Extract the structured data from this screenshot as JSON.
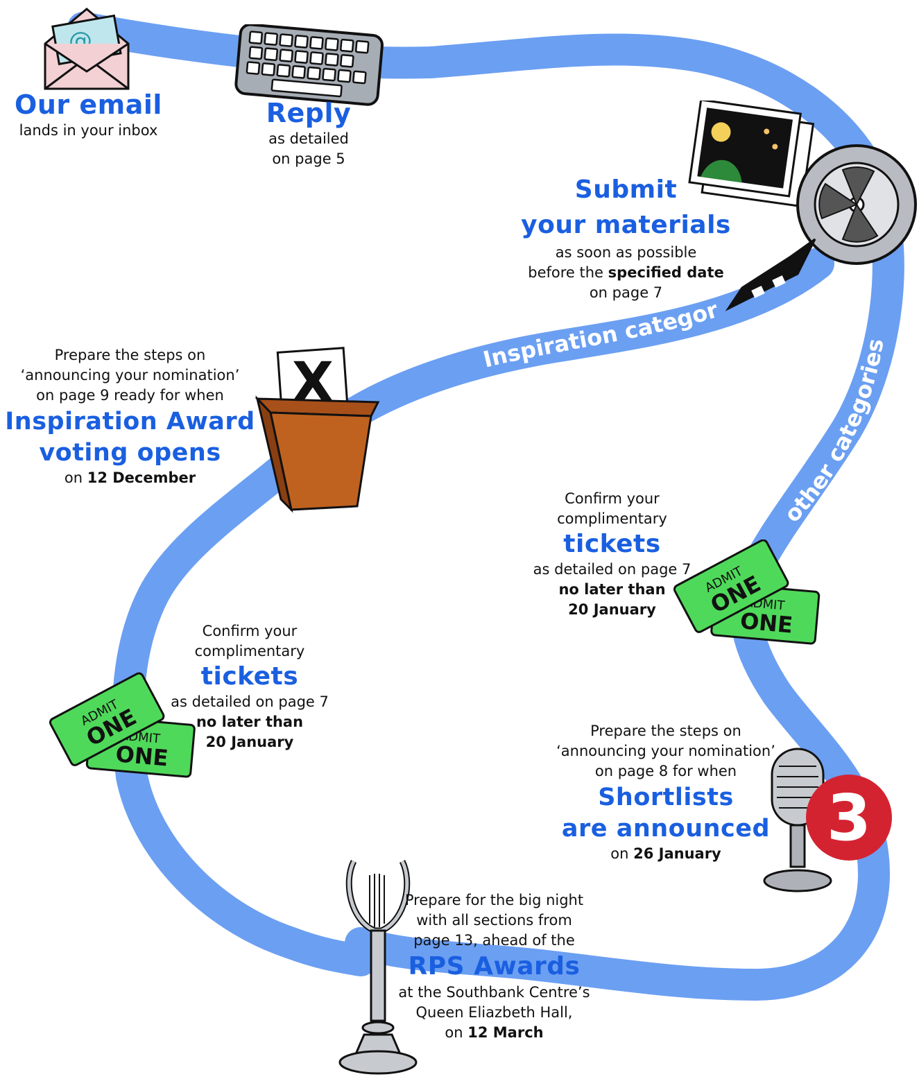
{
  "colors": {
    "road": "#6b9ff2",
    "heading": "#1a5fe0",
    "ticket": "#4fd95a",
    "badge": "#d42330"
  },
  "path_labels": {
    "inspiration": "Inspiration category",
    "other": "other categories"
  },
  "steps": {
    "email": {
      "title": "Our email",
      "line1": "lands in your inbox"
    },
    "reply": {
      "title": "Reply",
      "line1": "as detailed",
      "line2": "on page 5"
    },
    "submit": {
      "title1": "Submit",
      "title2": "your materials",
      "line1": "as soon as possible",
      "line2_pre": "before the",
      "line2_bold": "specified date",
      "line3": "on page 7"
    },
    "inspiration_voting": {
      "pre1": "Prepare the steps on",
      "pre2": "‘announcing your nomination’",
      "pre3": "on page 9 ready for when",
      "title1": "Inspiration Award",
      "title2": "voting opens",
      "date_pre": "on",
      "date_bold": "12 December"
    },
    "tickets_left": {
      "pre1": "Confirm your",
      "pre2": "complimentary",
      "title": "tickets",
      "line1": "as detailed on page 7",
      "bold1": "no later than",
      "bold2": "20 January"
    },
    "tickets_right": {
      "pre1": "Confirm your",
      "pre2": "complimentary",
      "title": "tickets",
      "line1": "as detailed on page 7",
      "bold1": "no later than",
      "bold2": "20 January"
    },
    "shortlists": {
      "pre1": "Prepare the steps on",
      "pre2": "‘announcing your nomination’",
      "pre3": "on page 8 for when",
      "title1": "Shortlists",
      "title2": "are announced",
      "date_pre": "on",
      "date_bold": "26 January"
    },
    "awards": {
      "pre1": "Prepare for the big night",
      "pre2": "with all sections from",
      "pre3": "page 13, ahead of the",
      "title": "RPS Awards",
      "line1": "at the Southbank Centre’s",
      "line2": "Queen Eliazbeth Hall,",
      "date_pre": "on",
      "date_bold": "12 March"
    }
  },
  "icons": {
    "email": "envelope-icon",
    "reply": "keyboard-icon",
    "submit": "photos-film-reel-icon",
    "voting": "ballot-box-icon",
    "tickets": "admit-one-tickets-icon",
    "shortlists": "microphone-icon",
    "badge": "number-three-badge",
    "awards": "lyre-trophy-icon"
  },
  "icon_text": {
    "email_symbol": "@",
    "ballot_mark": "X",
    "ticket_top": "ADMIT",
    "ticket_main": "ONE",
    "badge_number": "3"
  }
}
